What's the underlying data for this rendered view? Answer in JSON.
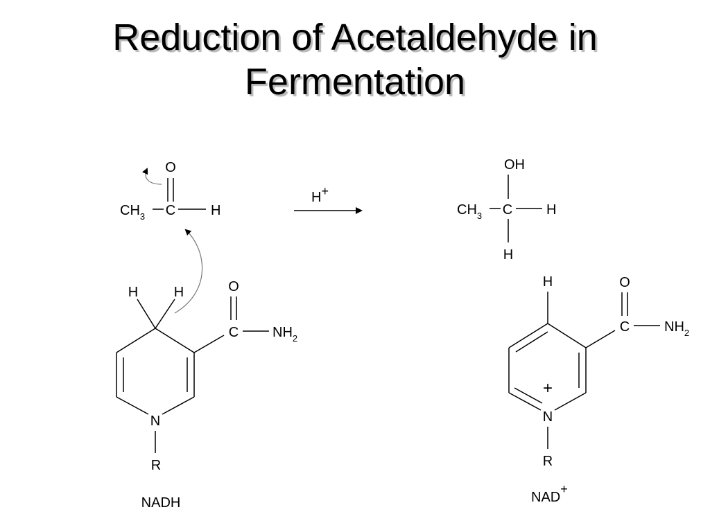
{
  "title": {
    "line1": "Reduction of Acetaldehyde in",
    "line2": "Fermentation"
  },
  "acetaldehyde": {
    "o": "O",
    "ch": "CH",
    "sub3": "3",
    "c": "C",
    "h": "H"
  },
  "arrow_label": {
    "h": "H",
    "plus": "+"
  },
  "ethanol": {
    "oh": "OH",
    "ch": "CH",
    "sub3": "3",
    "c": "C",
    "h_right": "H",
    "h_bottom": "H"
  },
  "nadh": {
    "h1": "H",
    "h2": "H",
    "o": "O",
    "c": "C",
    "nh": "NH",
    "sub2": "2",
    "n": "N",
    "r": "R",
    "name": "NADH"
  },
  "nad": {
    "h": "H",
    "o": "O",
    "c": "C",
    "nh": "NH",
    "sub2": "2",
    "plus": "+",
    "n": "N",
    "r": "R",
    "name": "NAD",
    "name_sup": "+"
  },
  "colors": {
    "text": "#000000",
    "title_shadow": "#b8b8b8",
    "curve": "#777777"
  }
}
